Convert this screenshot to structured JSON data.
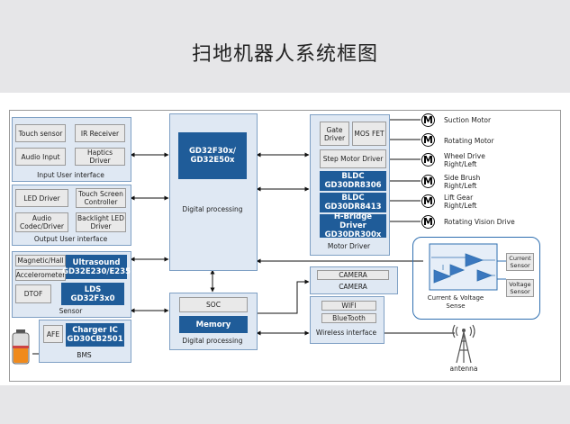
{
  "title": "扫地机器人系统框图",
  "input_ui": {
    "label": "Input User interface",
    "items": [
      "Touch sensor",
      "IR Receiver",
      "Audio Input",
      "Haptics Driver"
    ]
  },
  "output_ui": {
    "label": "Output User interface",
    "items": [
      "LED Driver",
      "Touch Screen\nController",
      "Audio\nCodec/Driver",
      "Backlight LED\nDriver"
    ]
  },
  "sensor": {
    "label": "Sensor",
    "magnetic": "Magnetic/Hall",
    "accelerometer": "Accelerometer",
    "dtof": "DTOF",
    "ultrasound": "Ultrasound\nGD32E230/E235",
    "lds": "LDS\nGD32F3x0"
  },
  "bms": {
    "label": "BMS",
    "afe": "AFE",
    "charger": "Charger IC\nGD30CB2501"
  },
  "mcu": {
    "chip": "GD32F30x/\nGD32E50x",
    "label": "Digital processing"
  },
  "soc": {
    "soc": "SOC",
    "memory": "Memory",
    "label": "Digital processing"
  },
  "motor_driver": {
    "label": "Motor Driver",
    "gate": "Gate\nDriver",
    "mosfet": "MOS FET",
    "step": "Step Motor Driver",
    "bldc1": "BLDC\nGD30DR8306",
    "bldc2": "BLDC\nGD30DR8413",
    "hbridge": "H-Bridge Driver\nGD30DR300x"
  },
  "motors": [
    {
      "symbol": "M",
      "label": "Suction Motor"
    },
    {
      "symbol": "M",
      "label": "Rotating Motor"
    },
    {
      "symbol": "M",
      "label": "Wheel Drive\nRight/Left"
    },
    {
      "symbol": "M",
      "label": "Side Brush\nRight/Left"
    },
    {
      "symbol": "M",
      "label": "Lift Gear\nRight/Left"
    },
    {
      "symbol": "M",
      "label": "Rotating Vision Drive"
    }
  ],
  "camera": {
    "item": "CAMERA",
    "label": "CAMERA"
  },
  "wireless": {
    "label": "Wireless interface",
    "items": [
      "WIFI",
      "BlueTooth"
    ]
  },
  "cv_sense": {
    "label": "Current & Voltage\nSense",
    "current": "Current\nSensor",
    "voltage": "Voltage\nSensor"
  },
  "antenna": {
    "label": "antenna",
    "icon": "antenna-icon"
  },
  "battery": {
    "icon": "battery-icon"
  },
  "colors": {
    "accent_dark": "#1f5c99",
    "group_fill": "#dfe8f3",
    "box_fill": "#e9e9e9",
    "band": "#e6e6e8"
  }
}
